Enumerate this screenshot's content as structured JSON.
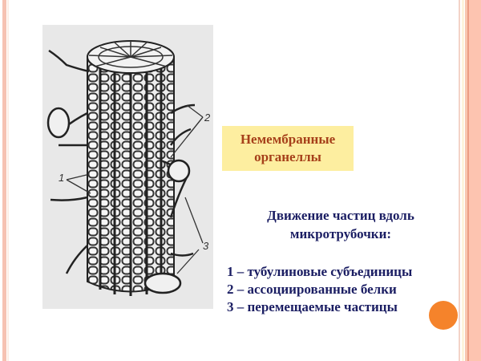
{
  "slide": {
    "title_box": {
      "line1": "Немембранные",
      "line2": "органеллы",
      "background": "#fdeea0",
      "text_color": "#a6401a"
    },
    "subtitle": {
      "line1": "Движение частиц вдоль",
      "line2": "микротрубочки:",
      "text_color": "#1b1e63"
    },
    "legend": [
      {
        "number": "1",
        "text": "1 – тубулиновые субъединицы"
      },
      {
        "number": "2",
        "text": "2 – ассоциированные белки"
      },
      {
        "number": "3",
        "text": "3 – перемещаемые частицы"
      }
    ],
    "diagram": {
      "description": "microtubule-with-associated-proteins-and-particles",
      "labels": [
        "1",
        "2",
        "3"
      ]
    },
    "accent_color": "#f5832b"
  }
}
